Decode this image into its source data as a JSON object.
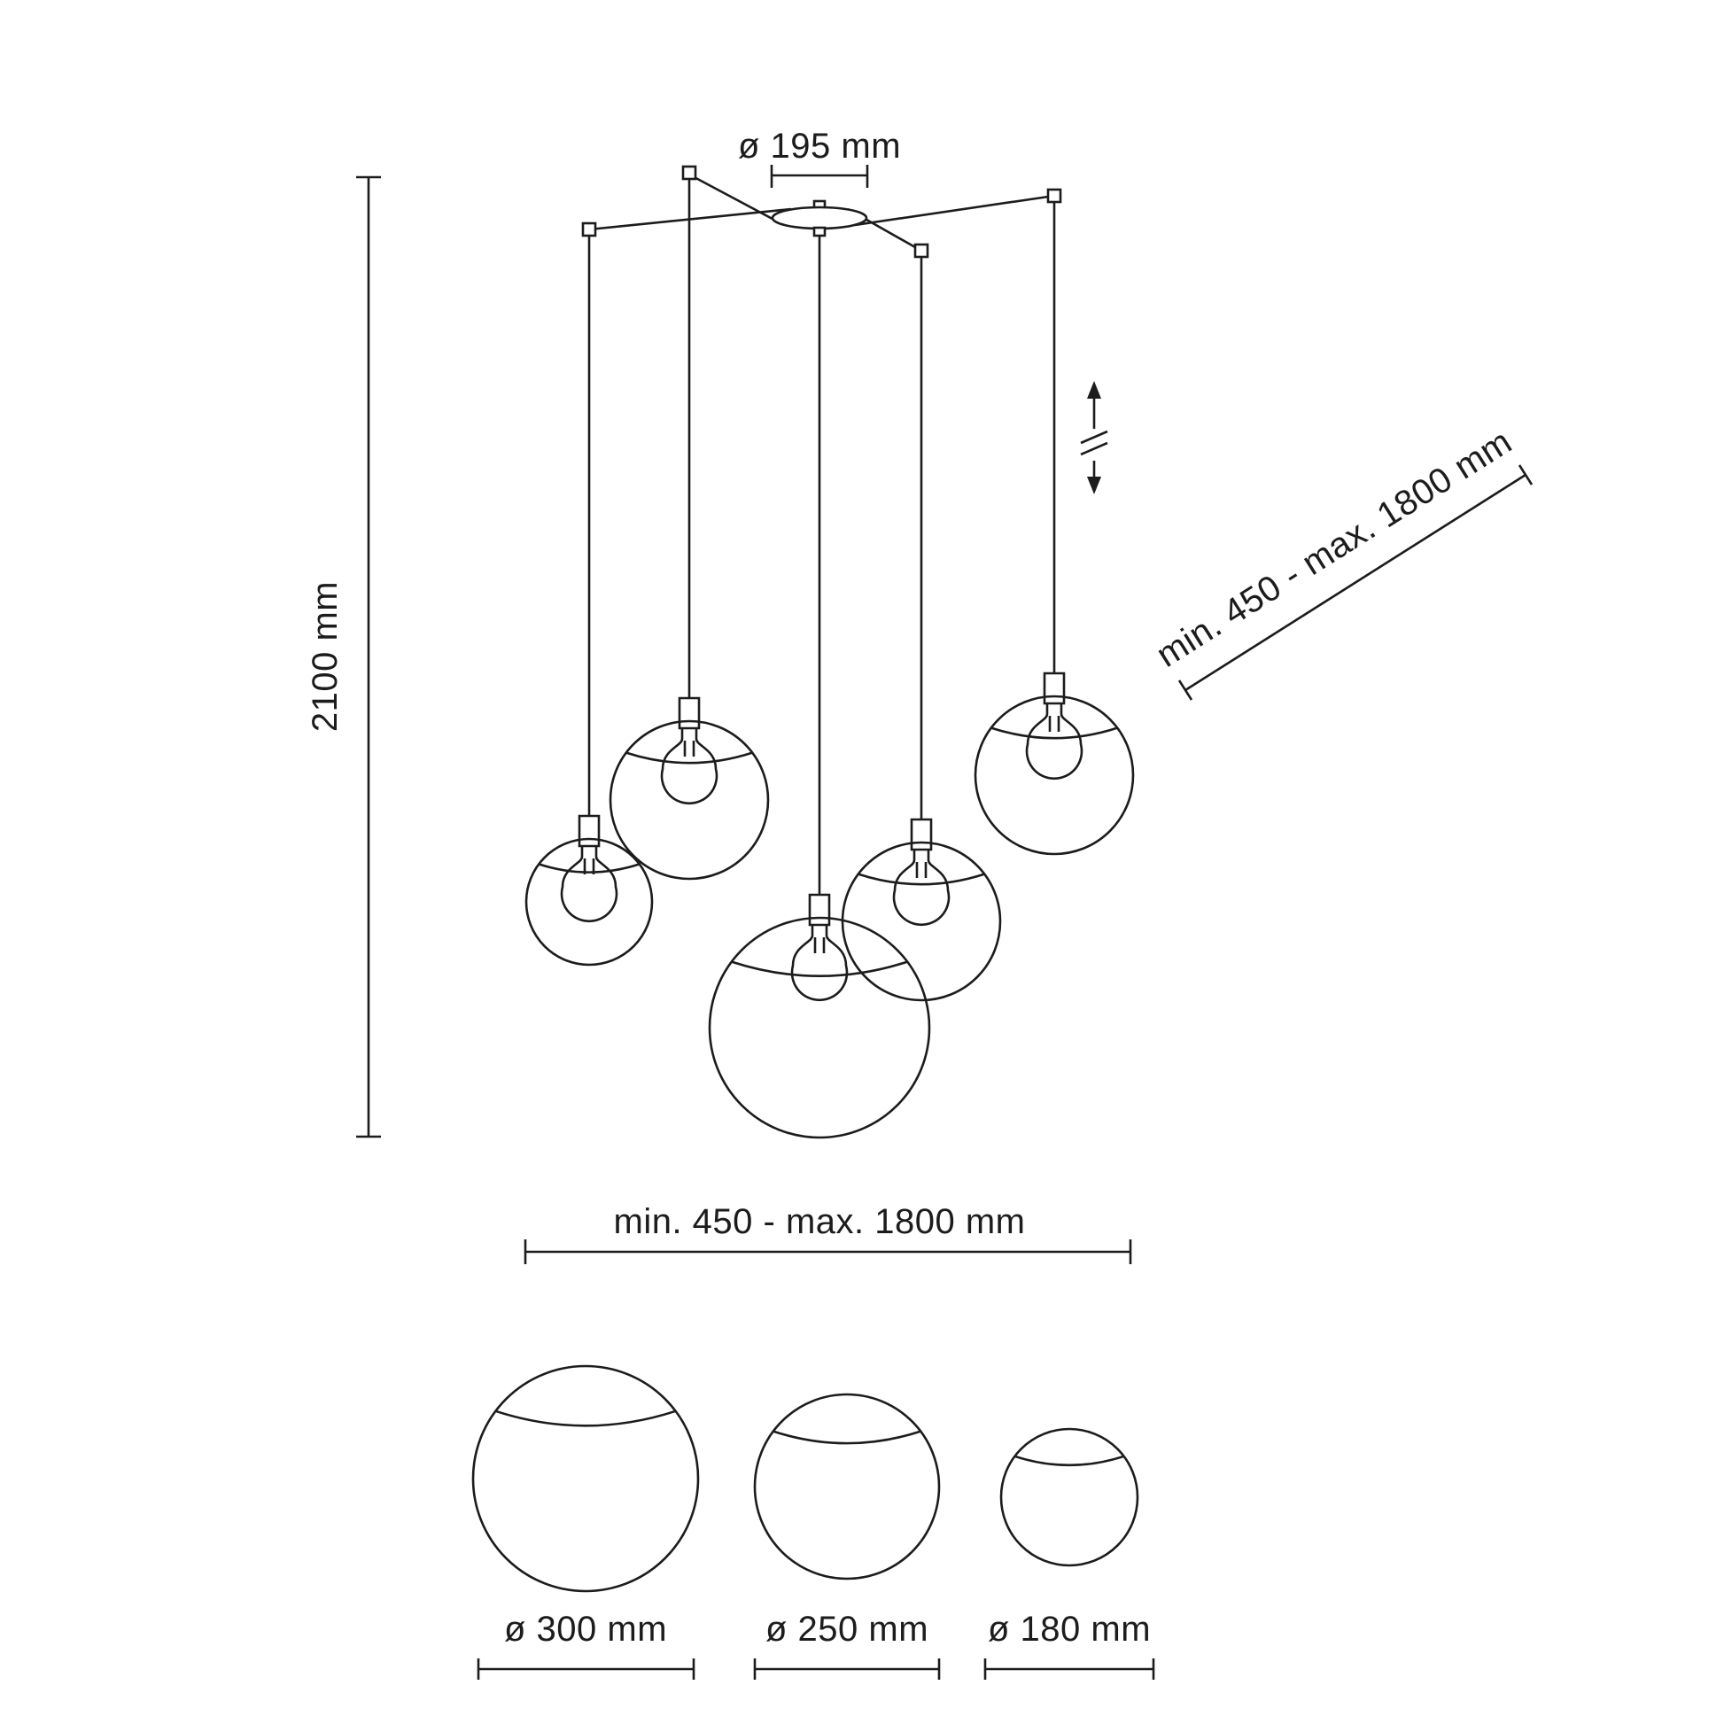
{
  "diagram": {
    "colors": {
      "line": "#1c1c1c",
      "background": "#ffffff"
    },
    "labels": {
      "canopy_diameter": "ø 195 mm",
      "overall_height": "2100 mm",
      "cord_length": "min. 450 - max. 1800 mm",
      "spread_width": "min. 450 - max. 1800 mm"
    },
    "shades": [
      {
        "name": "large",
        "diameter_label": "ø 300 mm"
      },
      {
        "name": "medium",
        "diameter_label": "ø 250 mm"
      },
      {
        "name": "small",
        "diameter_label": "ø 180 mm"
      }
    ]
  }
}
